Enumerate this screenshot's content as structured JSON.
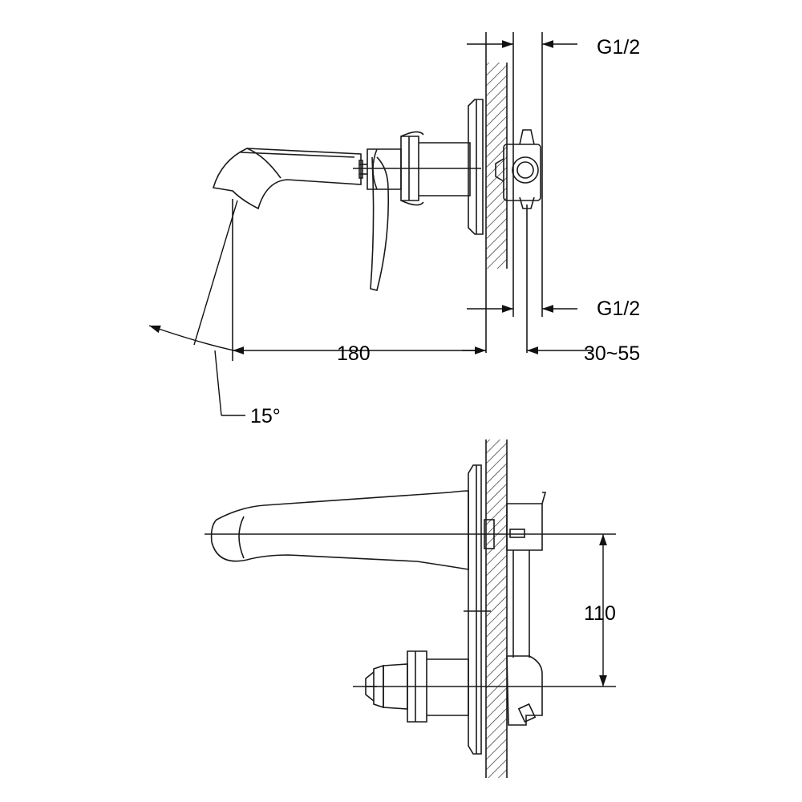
{
  "drawing": {
    "line_color": "#1a1a1a",
    "background": "#ffffff"
  },
  "dimensions": {
    "thread_top": "G1/2",
    "thread_bottom": "G1/2",
    "spout_projection": "180",
    "wall_depth_range": "30~55",
    "spout_angle": "15°",
    "outlet_spacing": "110"
  }
}
